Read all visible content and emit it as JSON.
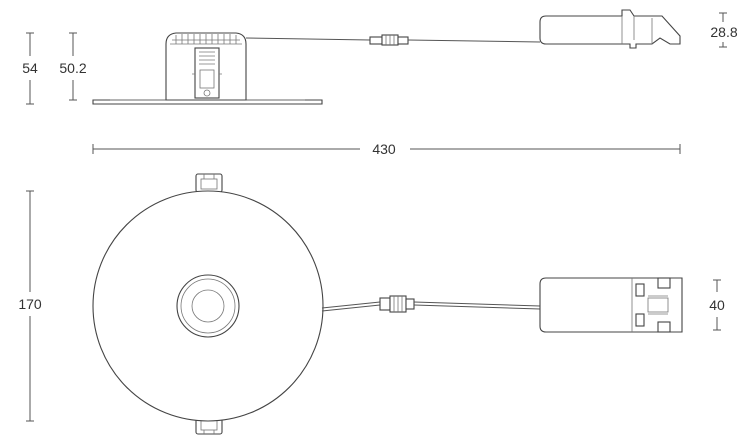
{
  "colors": {
    "line": "#555555",
    "text": "#333333",
    "background": "#ffffff"
  },
  "dimensions": {
    "side_total_height": "54",
    "side_body_height": "50.2",
    "overall_length": "430",
    "driver_height": "28.8",
    "diameter": "170",
    "driver_width": "40"
  }
}
